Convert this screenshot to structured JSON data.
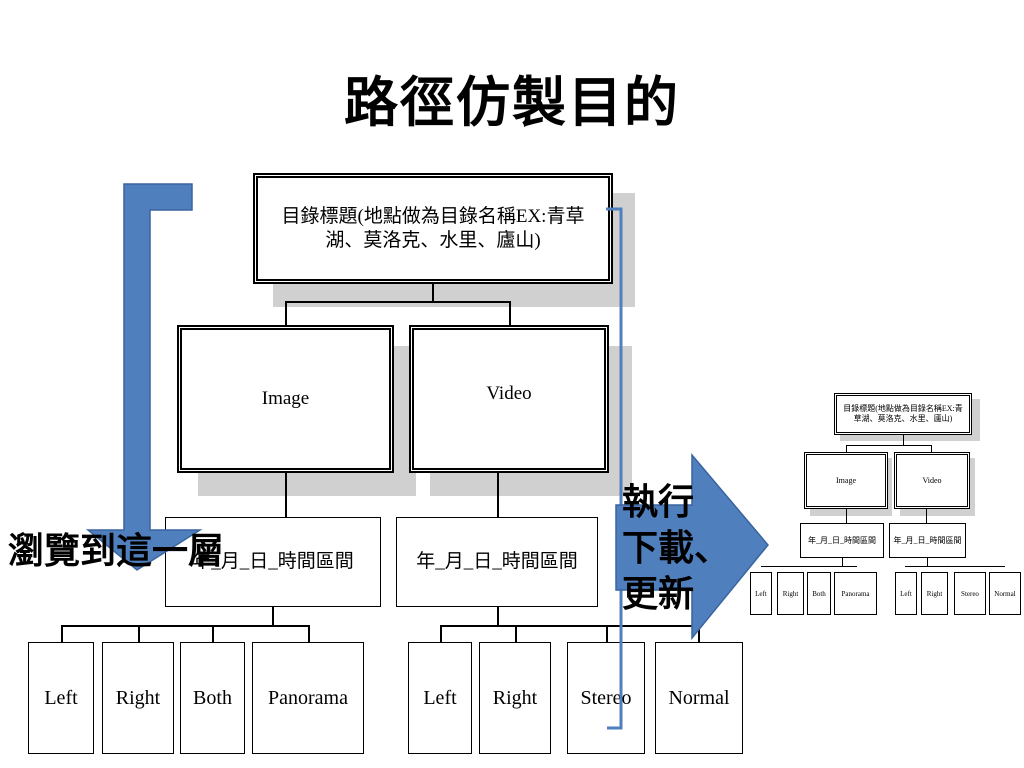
{
  "slide": {
    "title": "路徑仿製目的",
    "browse_label": "瀏覽到這一層",
    "action_label_lines": [
      "執行",
      "下載、",
      "更新"
    ]
  },
  "tree": {
    "root": "目錄標題(地點做為目錄名稱EX:青草湖、莫洛克、水里、廬山)",
    "categories": [
      "Image",
      "Video"
    ],
    "date_node": "年_月_日_時間區間",
    "image_leaves": [
      "Left",
      "Right",
      "Both",
      "Panorama"
    ],
    "video_leaves": [
      "Left",
      "Right",
      "Stereo",
      "Normal"
    ]
  },
  "colors": {
    "arrow_blue": "#4f7fbd",
    "arrow_stroke": "#3a64a0",
    "shadow_gray": "#d0d0d0"
  }
}
